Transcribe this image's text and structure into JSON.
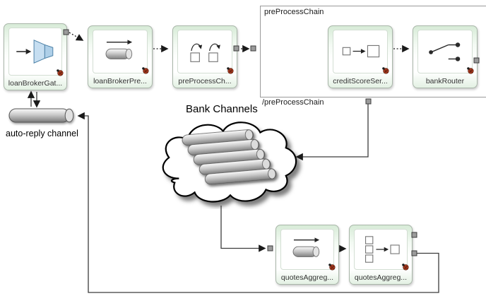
{
  "nodes": {
    "loanBrokerGateway": {
      "label": "loanBrokerGat...",
      "type": "gateway"
    },
    "loanBrokerPreProcessor": {
      "label": "loanBrokerPre...",
      "type": "channel"
    },
    "preProcessChain": {
      "label": "preProcessCh...",
      "type": "chain"
    },
    "creditScoreService": {
      "label": "creditScoreSer...",
      "type": "service-activator"
    },
    "bankRouter": {
      "label": "bankRouter",
      "type": "router"
    },
    "quotesChannel": {
      "label": "quotesAggreg...",
      "type": "channel"
    },
    "quotesAggregator": {
      "label": "quotesAggreg...",
      "type": "aggregator"
    }
  },
  "container": {
    "open_label": "preProcessChain",
    "close_label": "/preProcessChain"
  },
  "cloud": {
    "label": "Bank Channels",
    "tube_count": 5
  },
  "auto_reply_channel": {
    "label": "auto-reply channel"
  },
  "colors": {
    "node_green": "#d7ebd7",
    "gateway_blue": "#c6def1",
    "tube_gray": "#c9c9c9",
    "line": "#3c3c3c"
  }
}
